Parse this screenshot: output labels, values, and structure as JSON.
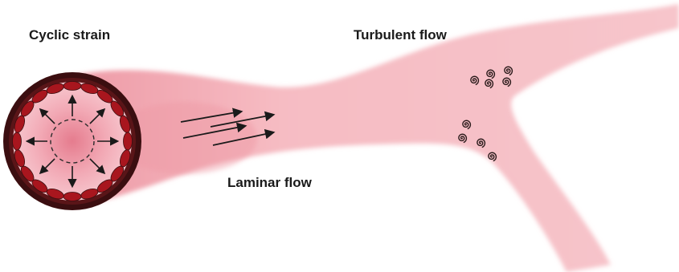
{
  "labels": {
    "cyclic_strain": "Cyclic strain",
    "turbulent_flow": "Turbulent flow",
    "laminar_flow": "Laminar flow"
  },
  "colors": {
    "vessel_pink": "#f4b6bd",
    "vessel_core": "#eda0aa",
    "wall_dark": "#3b0e10",
    "cell_red": "#a8161e",
    "lumen_pink": "#f0a1ad",
    "arrow": "#1a1a1a"
  },
  "elements": {
    "laminar_arrow_count": 4,
    "turbulent_swirl_count": 9,
    "radial_arrow_count": 8,
    "endothelial_cell_count": 20
  }
}
